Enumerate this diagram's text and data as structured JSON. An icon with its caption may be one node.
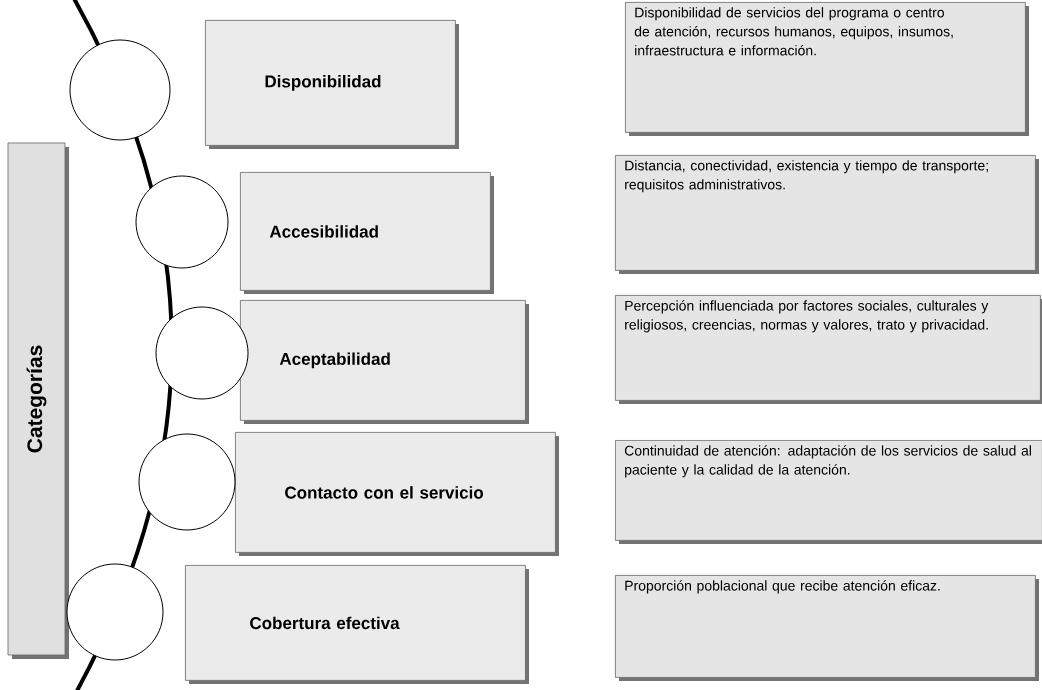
{
  "diagram": {
    "nodes": [
      {
        "text": [
          "Categorías"
        ]
      },
      {
        "text": [],
        "shape": "circle"
      },
      {
        "text": [
          "Disponibilidad"
        ]
      },
      {
        "text": [
          "Disponibilidad de servicios del programa o centro de atención, recursos humanos, equipos, insumos, infraestructura e información."
        ]
      },
      {
        "text": [],
        "shape": "circle"
      },
      {
        "text": [
          "Accesibilidad"
        ]
      },
      {
        "text": [
          "Distancia, conectividad, existencia y tiempo de transporte; requisitos administrativos."
        ]
      },
      {
        "text": [],
        "shape": "circle"
      },
      {
        "text": [
          "Aceptabilidad"
        ]
      },
      {
        "text": [
          "Percepción influenciada por factores sociales, culturales y religiosos, creencias, normas y valores, trato y privacidad."
        ]
      },
      {
        "text": [],
        "shape": "circle"
      },
      {
        "text": [
          "Contacto con el servicio"
        ]
      },
      {
        "text": [
          "Continuidad de atención: adaptación de los servicios de salud al paciente y la calidad de la atención."
        ]
      },
      {
        "text": [],
        "shape": "circle"
      },
      {
        "text": [
          "Cobertura efectiva"
        ]
      },
      {
        "text": [
          "Proporción poblacional que recibe atención eficaz."
        ]
      }
    ],
    "edges": []
  }
}
